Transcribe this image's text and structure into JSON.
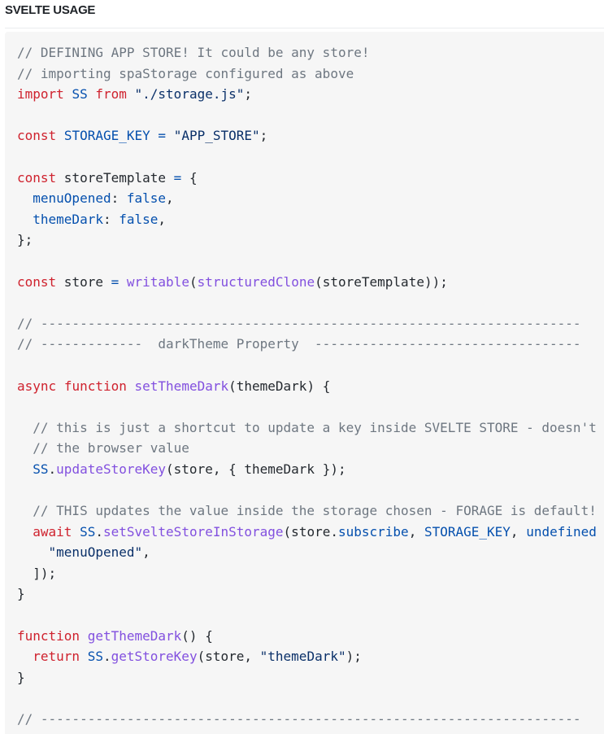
{
  "heading": "SVELTE USAGE",
  "colors": {
    "background": "#f6f6f6",
    "comment": "#6e7781",
    "keyword": "#cf222e",
    "string": "#0a3069",
    "variable": "#0550ae",
    "function": "#8250df",
    "plain": "#24292f"
  },
  "code": [
    [
      [
        "c",
        "// DEFINING APP STORE! It could be any store!"
      ]
    ],
    [
      [
        "c",
        "// importing spaStorage configured as above"
      ]
    ],
    [
      [
        "k",
        "import"
      ],
      [
        "p",
        " "
      ],
      [
        "v",
        "SS"
      ],
      [
        "p",
        " "
      ],
      [
        "k",
        "from"
      ],
      [
        "p",
        " "
      ],
      [
        "s",
        "\"./storage.js\""
      ],
      [
        "p",
        ";"
      ]
    ],
    [],
    [
      [
        "k",
        "const"
      ],
      [
        "p",
        " "
      ],
      [
        "v",
        "STORAGE_KEY"
      ],
      [
        "p",
        " "
      ],
      [
        "v",
        "="
      ],
      [
        "p",
        " "
      ],
      [
        "s",
        "\"APP_STORE\""
      ],
      [
        "p",
        ";"
      ]
    ],
    [],
    [
      [
        "k",
        "const"
      ],
      [
        "p",
        " storeTemplate "
      ],
      [
        "v",
        "="
      ],
      [
        "p",
        " {"
      ]
    ],
    [
      [
        "p",
        "  "
      ],
      [
        "v",
        "menuOpened"
      ],
      [
        "p",
        ": "
      ],
      [
        "v",
        "false"
      ],
      [
        "p",
        ","
      ]
    ],
    [
      [
        "p",
        "  "
      ],
      [
        "v",
        "themeDark"
      ],
      [
        "p",
        ": "
      ],
      [
        "v",
        "false"
      ],
      [
        "p",
        ","
      ]
    ],
    [
      [
        "p",
        "};"
      ]
    ],
    [],
    [
      [
        "k",
        "const"
      ],
      [
        "p",
        " store "
      ],
      [
        "v",
        "="
      ],
      [
        "p",
        " "
      ],
      [
        "f",
        "writable"
      ],
      [
        "p",
        "("
      ],
      [
        "f",
        "structuredClone"
      ],
      [
        "p",
        "(storeTemplate));"
      ]
    ],
    [],
    [
      [
        "c",
        "// ---------------------------------------------------------------------"
      ]
    ],
    [
      [
        "c",
        "// -------------  darkTheme Property  ----------------------------------"
      ]
    ],
    [],
    [
      [
        "k",
        "async"
      ],
      [
        "p",
        " "
      ],
      [
        "k",
        "function"
      ],
      [
        "p",
        " "
      ],
      [
        "f",
        "setThemeDark"
      ],
      [
        "p",
        "(themeDark) {"
      ]
    ],
    [],
    [
      [
        "p",
        "  "
      ],
      [
        "c",
        "// this is just a shortcut to update a key inside SVELTE STORE - doesn't"
      ]
    ],
    [
      [
        "p",
        "  "
      ],
      [
        "c",
        "// the browser value"
      ]
    ],
    [
      [
        "p",
        "  "
      ],
      [
        "v",
        "SS"
      ],
      [
        "p",
        "."
      ],
      [
        "f",
        "updateStoreKey"
      ],
      [
        "p",
        "(store, { themeDark });"
      ]
    ],
    [],
    [
      [
        "p",
        "  "
      ],
      [
        "c",
        "// THIS updates the value inside the storage chosen - FORAGE is default!"
      ]
    ],
    [
      [
        "p",
        "  "
      ],
      [
        "k",
        "await"
      ],
      [
        "p",
        " "
      ],
      [
        "v",
        "SS"
      ],
      [
        "p",
        "."
      ],
      [
        "f",
        "setSvelteStoreInStorage"
      ],
      [
        "p",
        "(store."
      ],
      [
        "v",
        "subscribe"
      ],
      [
        "p",
        ", "
      ],
      [
        "v",
        "STORAGE_KEY"
      ],
      [
        "p",
        ", "
      ],
      [
        "v",
        "undefined"
      ]
    ],
    [
      [
        "p",
        "    "
      ],
      [
        "s",
        "\"menuOpened\""
      ],
      [
        "p",
        ","
      ]
    ],
    [
      [
        "p",
        "  ]);"
      ]
    ],
    [
      [
        "p",
        "}"
      ]
    ],
    [],
    [
      [
        "k",
        "function"
      ],
      [
        "p",
        " "
      ],
      [
        "f",
        "getThemeDark"
      ],
      [
        "p",
        "() {"
      ]
    ],
    [
      [
        "p",
        "  "
      ],
      [
        "k",
        "return"
      ],
      [
        "p",
        " "
      ],
      [
        "v",
        "SS"
      ],
      [
        "p",
        "."
      ],
      [
        "f",
        "getStoreKey"
      ],
      [
        "p",
        "(store, "
      ],
      [
        "s",
        "\"themeDark\""
      ],
      [
        "p",
        ");"
      ]
    ],
    [
      [
        "p",
        "}"
      ]
    ],
    [],
    [
      [
        "c",
        "// ---------------------------------------------------------------------"
      ]
    ]
  ]
}
